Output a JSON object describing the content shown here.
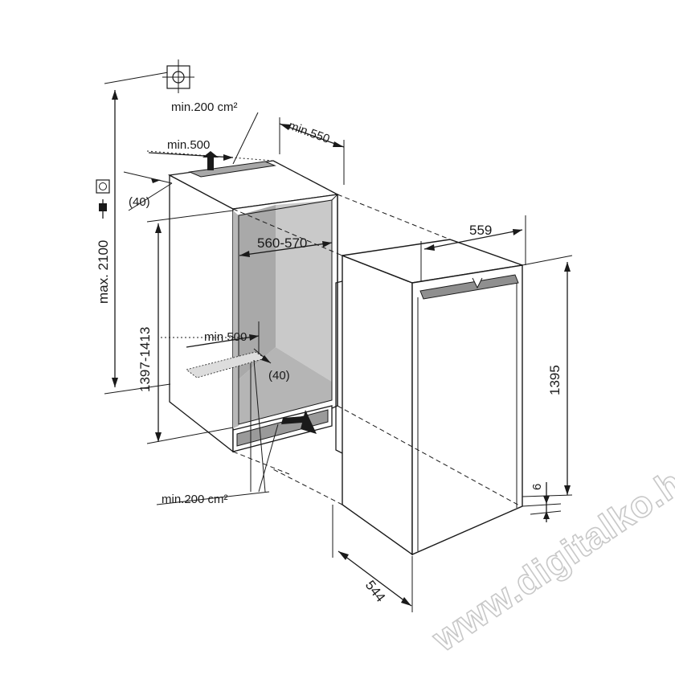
{
  "labels": {
    "top_vent_area": "min.200 cm²",
    "top_vent_width": "min.500",
    "niche_depth": "min.550",
    "top_gap": "(40)",
    "niche_height_max": "max. 2100",
    "niche_height": "1397-1413",
    "niche_width": "560-570",
    "bottom_vent_width": "min 500",
    "bottom_gap": "(40)",
    "bottom_vent_area": "min.200 cm²",
    "appliance_width": "559",
    "appliance_height": "1395",
    "plinth_gap": "6",
    "appliance_depth": "544"
  },
  "watermark": "www.digitalko.hu",
  "icons": [
    "crosshair-icon",
    "power-socket-icon",
    "power-plug-icon"
  ]
}
